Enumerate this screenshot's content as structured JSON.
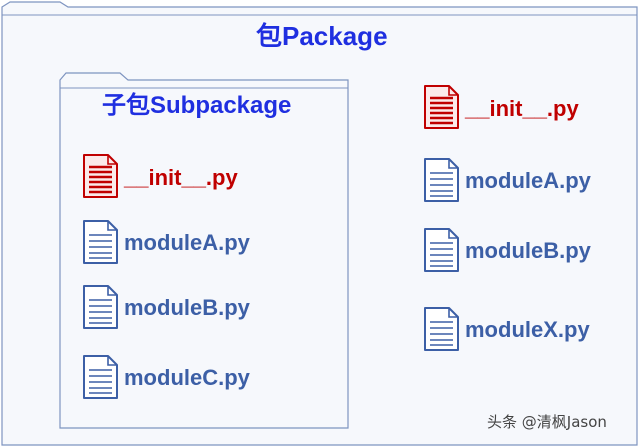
{
  "package": {
    "title": "包Package",
    "files": [
      {
        "name": "__init__.py",
        "kind": "init"
      },
      {
        "name": "moduleA.py",
        "kind": "module"
      },
      {
        "name": "moduleB.py",
        "kind": "module"
      },
      {
        "name": "moduleX.py",
        "kind": "module"
      }
    ]
  },
  "subpackage": {
    "title": "子包Subpackage",
    "files": [
      {
        "name": "__init__.py",
        "kind": "init"
      },
      {
        "name": "moduleA.py",
        "kind": "module"
      },
      {
        "name": "moduleB.py",
        "kind": "module"
      },
      {
        "name": "moduleC.py",
        "kind": "module"
      }
    ]
  },
  "watermark": "头条 @清枫Jason",
  "colors": {
    "title": "#1f2fe0",
    "module": "#3c5fa6",
    "init": "#c00000",
    "frame": "#7e94c0",
    "frame_fill": "#f6f8fc"
  },
  "icons": {
    "init": "red-document-icon",
    "module": "blue-document-icon"
  }
}
